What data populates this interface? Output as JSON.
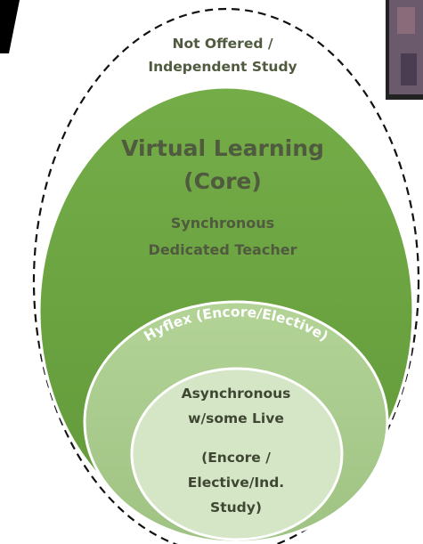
{
  "diagram": {
    "outer": {
      "lines": [
        "Not Offered /",
        "Independent Study"
      ]
    },
    "core": {
      "title_lines": [
        "Virtual Learning",
        "(Core)"
      ],
      "subtitle_lines": [
        "Synchronous",
        "Dedicated Teacher"
      ]
    },
    "hyflex": {
      "label": "Hyflex (Encore/Elective)"
    },
    "inner": {
      "lines": [
        "Asynchronous",
        "w/some Live"
      ],
      "paren_lines": [
        "(Encore /",
        "Elective/Ind.",
        "Study)"
      ]
    }
  },
  "colors": {
    "core_fill": "#6fa844",
    "hyflex_fill": "#a9cc8c",
    "inner_fill": "#d5e6c6",
    "text_dark": "#505a3e"
  }
}
